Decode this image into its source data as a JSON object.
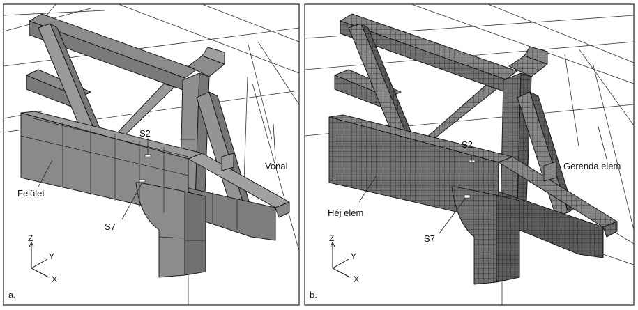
{
  "panel_a": {
    "letter": "a.",
    "labels": {
      "s2": "S2",
      "s7": "S7",
      "felulet": "Felület",
      "vonal": "Vonal"
    },
    "axes": {
      "z": "Z",
      "y": "Y",
      "x": "X"
    }
  },
  "panel_b": {
    "letter": "b.",
    "labels": {
      "s2": "S2",
      "s7": "S7",
      "hej_elem": "Héj elem",
      "gerenda_elem": "Gerenda elem"
    },
    "axes": {
      "z": "Z",
      "y": "Y",
      "x": "X"
    }
  },
  "colors": {
    "solid_fill": "#8c8c8c",
    "solid_dark": "#6f6f6f",
    "solid_light": "#a5a5a5",
    "mesh_fill": "#6e6e6e",
    "mesh_line": "#2c2c2c",
    "edge": "#1a1a1a"
  }
}
